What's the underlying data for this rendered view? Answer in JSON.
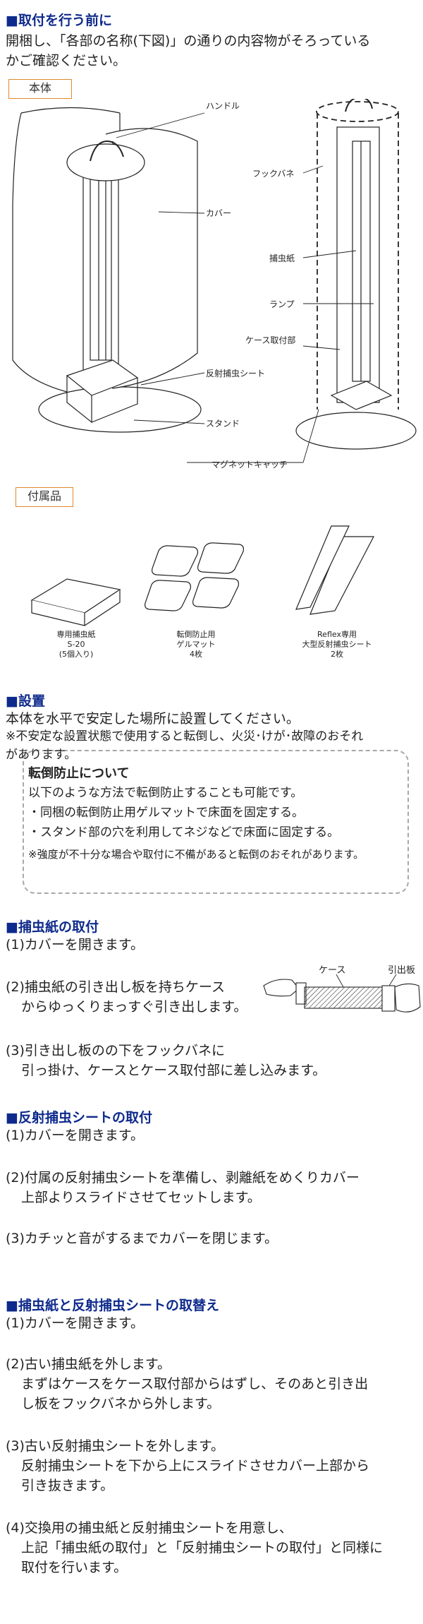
{
  "intro": {
    "heading": "■取付を行う前に",
    "line1": "開梱し、「各部の名称(下図)」の通りの内容物がそろっている",
    "line2": "かご確認ください。"
  },
  "body_diagram": {
    "tag": "本体",
    "labels": {
      "handle": "ハンドル",
      "cover": "カバー",
      "hook_spring": "フックバネ",
      "insect_paper": "捕虫紙",
      "lamp": "ランプ",
      "case_mount": "ケース取付部",
      "reflect_sheet": "反射捕虫シート",
      "stand": "スタンド",
      "magnet_catch": "マグネットキャッチ"
    }
  },
  "accessories": {
    "tag": "付属品",
    "items": [
      {
        "line1": "専用捕虫紙",
        "line2": "S-20",
        "line3": "(5個入り)"
      },
      {
        "line1": "転倒防止用",
        "line2": "ゲルマット",
        "line3": "4枚"
      },
      {
        "line1": "Reflex専用",
        "line2": "大型反射捕虫シート",
        "line3": "2枚"
      }
    ]
  },
  "install": {
    "heading": "■設置",
    "line1": "本体を水平で安定した場所に設置してください。",
    "line2": "※不安定な設置状態で使用すると転倒し、火災･けが･故障のおそれ",
    "line3": "があります。",
    "box": {
      "title": "転倒防止について",
      "line1": "以下のような方法で転倒防止することも可能です。",
      "line2": "・同梱の転倒防止用ゲルマットで床面を固定する。",
      "line3": "・スタンド部の穴を利用してネジなどで床面に固定する。",
      "line4": "※強度が不十分な場合や取付に不備があると転倒のおそれがあります。"
    }
  },
  "paper_install": {
    "heading": "■捕虫紙の取付",
    "step1": "(1)カバーを開きます。",
    "step2a": "(2)捕虫紙の引き出し板を持ちケース",
    "step2b": "からゆっくりまっすぐ引き出します。",
    "fig_case": "ケース",
    "fig_board": "引出板",
    "step3a": "(3)引き出し板のの下をフックバネに",
    "step3b": "引っ掛け、ケースとケース取付部に差し込みます。"
  },
  "sheet_install": {
    "heading": "■反射捕虫シートの取付",
    "step1": "(1)カバーを開きます。",
    "step2a": "(2)付属の反射捕虫シートを準備し、剥離紙をめくりカバー",
    "step2b": "上部よりスライドさせてセットします。",
    "step3": "(3)カチッと音がするまでカバーを閉じます。"
  },
  "replace": {
    "heading": "■捕虫紙と反射捕虫シートの取替え",
    "step1": "(1)カバーを開きます。",
    "step2a": "(2)古い捕虫紙を外します。",
    "step2b": "まずはケースをケース取付部からはずし、そのあと引き出",
    "step2c": "し板をフックバネから外します。",
    "step3a": "(3)古い反射捕虫シートを外します。",
    "step3b": "反射捕虫シートを下から上にスライドさせカバー上部から",
    "step3c": "引き抜きます。",
    "step4a": "(4)交換用の捕虫紙と反射捕虫シートを用意し、",
    "step4b": "上記「捕虫紙の取付」と「反射捕虫シートの取付」と同様に",
    "step4c": "取付を行います。"
  },
  "colors": {
    "heading": "#0e2a8c",
    "tag_border": "#e0892d",
    "dashed_box": "#a8a8a8"
  }
}
